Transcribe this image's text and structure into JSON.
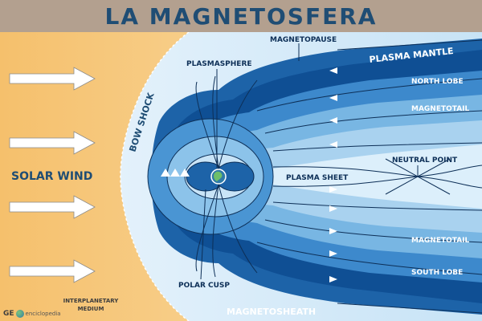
{
  "title": "LA MAGNETOSFERA",
  "labels": {
    "magnetopause": "MAGNETOPAUSE",
    "plasma_mantle": "PLASMA MANTLE",
    "plasmasphere": "PLASMASPHERE",
    "bow_shock": "BOW SHOCK",
    "north_lobe": "NORTH LOBE",
    "magnetotail_top": "MAGNETOTAIL",
    "neutral_point": "NEUTRAL POINT",
    "plasma_sheet": "PLASMA SHEET",
    "magnetotail_bottom": "MAGNETOTAIL",
    "south_lobe": "SOUTH LOBE",
    "polar_cusp": "POLAR CUSP",
    "solar_wind": "SOLAR WIND",
    "interplanetary_medium": "INTERPLANETARY MEDIUM",
    "magnetosheath": "MAGNETOSHEATH"
  },
  "logo": {
    "brand": "GE",
    "site": "enciclopedia"
  },
  "colors": {
    "title_bar": "#b3a08f",
    "title_text": "#1f4d74",
    "solar_wind_bg": "#f6c37a",
    "magnetosheath": "#cfe6f6",
    "outer_layer": "#1d63a8",
    "mantle": "#0f4f94",
    "lobe_light": "#dceffb",
    "field_line": "#0d2f57",
    "arrow_fill": "#ffffff"
  },
  "icons": [
    "solar-wind-arrow-icon",
    "earth-icon",
    "field-arrow-icon",
    "geo-logo-icon"
  ]
}
